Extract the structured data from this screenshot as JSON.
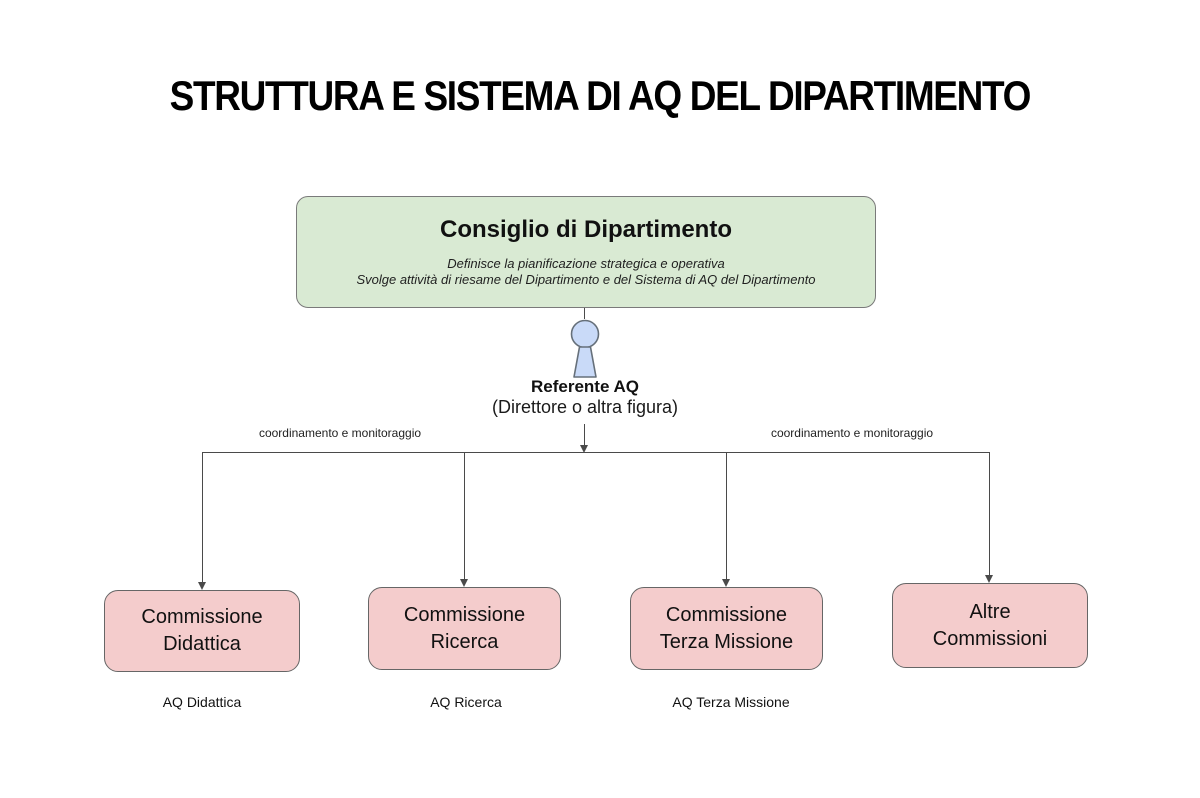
{
  "title": "STRUTTURA E SISTEMA DI AQ DEL DIPARTIMENTO",
  "colors": {
    "green_fill": "#d9ead3",
    "pink_fill": "#f4cccc",
    "person_fill": "#c9daf8",
    "border_gray": "#7a7a7a",
    "line_color": "#4a4a4a"
  },
  "consiglio": {
    "title": "Consiglio di Dipartimento",
    "desc_line1": "Definisce la pianificazione strategica e operativa",
    "desc_line2": "Svolge attività di riesame del Dipartimento e del Sistema di AQ del Dipartimento"
  },
  "referente": {
    "name": "Referente AQ",
    "subtitle": "(Direttore o altra figura)"
  },
  "connector_labels": {
    "left": "coordinamento e monitoraggio",
    "right": "coordinamento e monitoraggio"
  },
  "commissions": [
    {
      "line1": "Commissione",
      "line2": "Didattica",
      "footer": "AQ Didattica"
    },
    {
      "line1": "Commissione",
      "line2": "Ricerca",
      "footer": "AQ Ricerca"
    },
    {
      "line1": "Commissione",
      "line2": "Terza Missione",
      "footer": "AQ Terza Missione"
    },
    {
      "line1": "Altre",
      "line2": "Commissioni",
      "footer": ""
    }
  ]
}
